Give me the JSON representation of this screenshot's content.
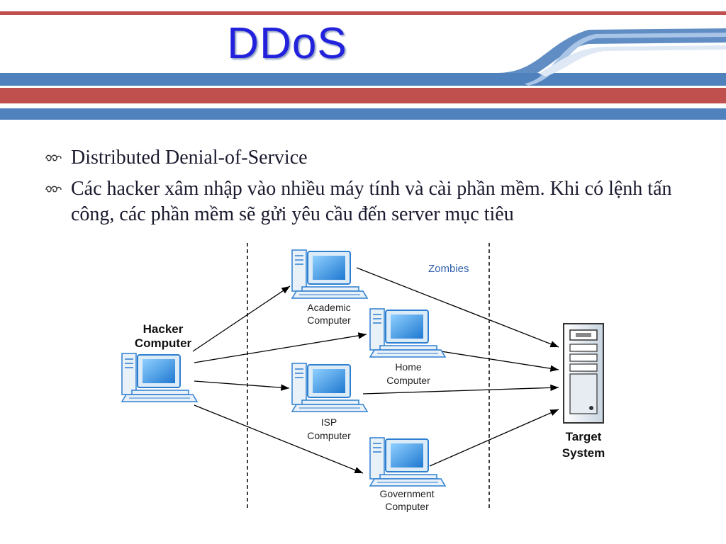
{
  "slide": {
    "title": "DDoS",
    "bullets": [
      "Distributed Denial-of-Service",
      "Các hacker xâm nhập vào nhiều máy tính và cài phần mềm. Khi có lệnh tấn công, các phần mềm sẽ gửi yêu cầu đến server mục tiêu"
    ]
  },
  "diagram": {
    "zombies_label": "Zombies",
    "hacker": {
      "line1": "Hacker",
      "line2": "Computer"
    },
    "target": {
      "line1": "Target",
      "line2": "System"
    },
    "academic": {
      "line1": "Academic",
      "line2": "Computer"
    },
    "home": {
      "line1": "Home",
      "line2": "Computer"
    },
    "isp": {
      "line1": "ISP",
      "line2": "Computer"
    },
    "government": {
      "line1": "Government",
      "line2": "Computer"
    }
  },
  "colors": {
    "title": "#2222dd",
    "band_red": "#c0504d",
    "band_blue": "#4f81bd",
    "computer_blue": "#3d8fd8",
    "arrow": "#000000"
  }
}
